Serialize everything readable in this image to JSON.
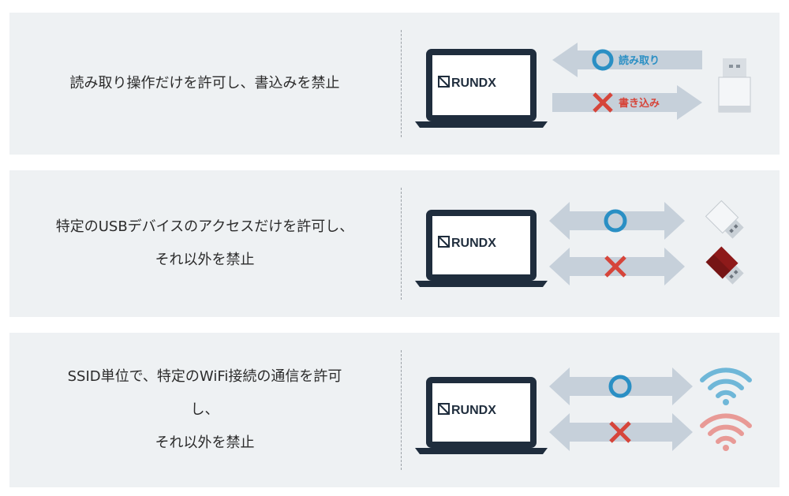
{
  "rows": [
    {
      "description_lines": [
        "読み取り操作だけを許可し、書込みを禁止"
      ],
      "laptop_logo": "RUNDX",
      "allowed_label": "読み取り",
      "denied_label": "書き込み",
      "device_icon": "usb-drive-icon"
    },
    {
      "description_lines": [
        "特定のUSBデバイスのアクセスだけを許可し、",
        "それ以外を禁止"
      ],
      "laptop_logo": "RUNDX",
      "allowed_device_icon": "usb-drive-white-icon",
      "denied_device_icon": "usb-drive-red-icon"
    },
    {
      "description_lines": [
        "SSID単位で、特定のWiFi接続の通信を許可",
        "し、",
        "それ以外を禁止"
      ],
      "laptop_logo": "RUNDX",
      "allowed_device_icon": "wifi-blue-icon",
      "denied_device_icon": "wifi-red-icon"
    }
  ],
  "colors": {
    "panel_bg": "#eef1f3",
    "arrow": "#c6d0da",
    "allow": "#2a8fc4",
    "deny": "#d6453a",
    "laptop": "#1f2d3d",
    "wifi_allow": "#6fb7d8",
    "wifi_deny": "#e89a96",
    "usb_red": "#8e1a1a"
  }
}
